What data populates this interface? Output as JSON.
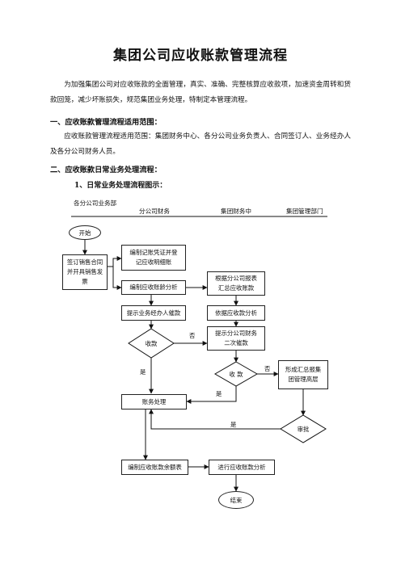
{
  "document": {
    "title": "集团公司应收账款管理流程",
    "intro": "为加强集团公司对应收账款的全面管理，真实、准确、完整核算应收款项，加速资金周转和货款回笼，减少坏账损失，规范集团业务处理，特制定本管理流程。",
    "section1_heading": "一、应收账款管理流程适用范围：",
    "section1_text": "应收账款管理流程适用范围：集团财务中心、各分公司业务负责人、合同签订人、业务经办人及各分公司财务人员。",
    "section2_heading": "二、应收账款日常业务处理流程：",
    "subsection_heading": "1、日常业务处理流程图示："
  },
  "flowchart": {
    "columns": {
      "branch_business": "各分公司业务部",
      "branch_finance": "分公司财务",
      "group_finance": "集团财务中",
      "group_management": "集团管理部门"
    },
    "nodes": {
      "start": "开始",
      "sign_contract": "签订销售合同并开具销售发票",
      "prepare_voucher": "编制记账凭证并登记应收明细账",
      "aging_analysis": "编制应收账龄分析",
      "summarize_reports": "根据分公司报表汇总应收账款",
      "remind_collect": "提示业务经办人催款",
      "analyze_receivable": "依据应收款分析",
      "collect_decision_1": "收款",
      "remind_finance_second": "提示分公司财务二次催款",
      "collect_decision_2": "收 款",
      "report_management": "形成汇总报集团管理高层",
      "account_processing": "账务处理",
      "approve_decision": "审批",
      "prepare_balance_table": "编制应收账款余额表",
      "receivable_analysis": "进行应收账款分析",
      "end": "结束"
    },
    "edge_labels": {
      "no_1": "否",
      "no_2": "否",
      "yes_1": "是",
      "yes_2": "是",
      "yes_3": "是"
    }
  }
}
